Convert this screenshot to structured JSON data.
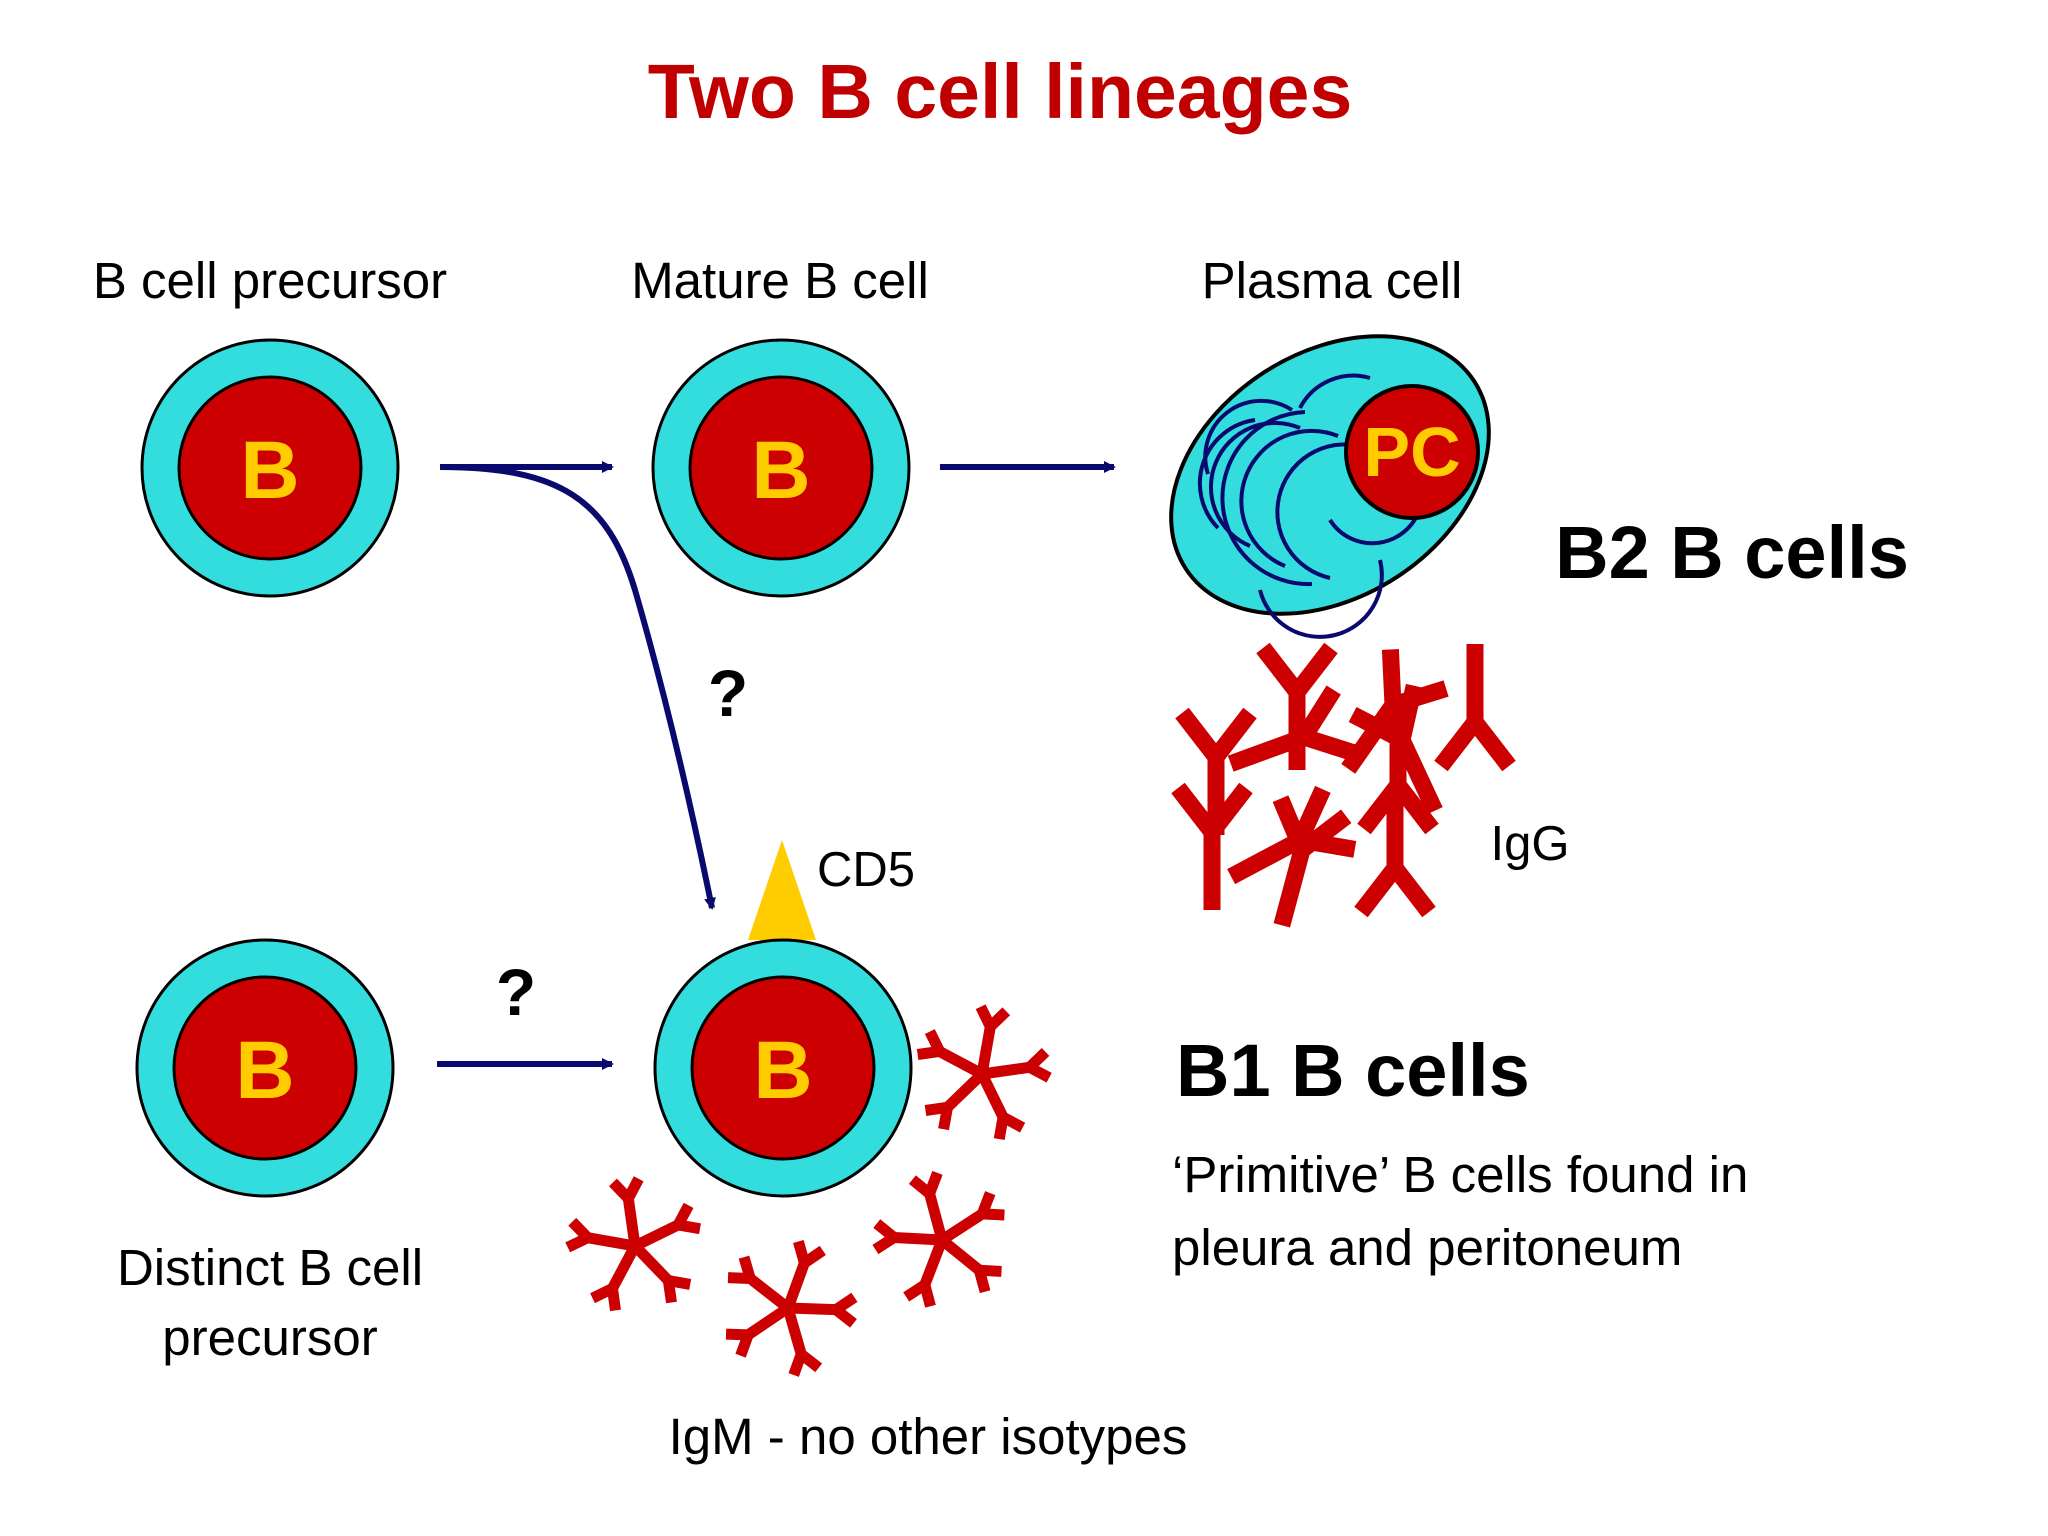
{
  "title": "Two B cell lineages",
  "labels": {
    "b_cell_precursor": "B cell precursor",
    "mature_b_cell": "Mature B cell",
    "plasma_cell": "Plasma cell",
    "distinct_precursor_line1": "Distinct B cell",
    "distinct_precursor_line2": "precursor",
    "cd5": "CD5",
    "igg": "IgG",
    "igm": "IgM - no other isotypes",
    "question_mark": "?"
  },
  "cells": {
    "b_letter": "B",
    "pc_letter": "PC"
  },
  "b2": {
    "heading": "B2 B cells"
  },
  "b1": {
    "heading": "B1 B cells",
    "description_line1": "‘Primitive’ B cells found in",
    "description_line2": "pleura and peritoneum"
  },
  "colors": {
    "title_red": "#c00000",
    "cytoplasm_cyan": "#33dddd",
    "nucleus_red": "#cc0000",
    "letter_yellow": "#ffcc00",
    "arrow_navy": "#0a0a6e",
    "antibody_red": "#cc0000",
    "cd5_yellow": "#ffcc00"
  }
}
